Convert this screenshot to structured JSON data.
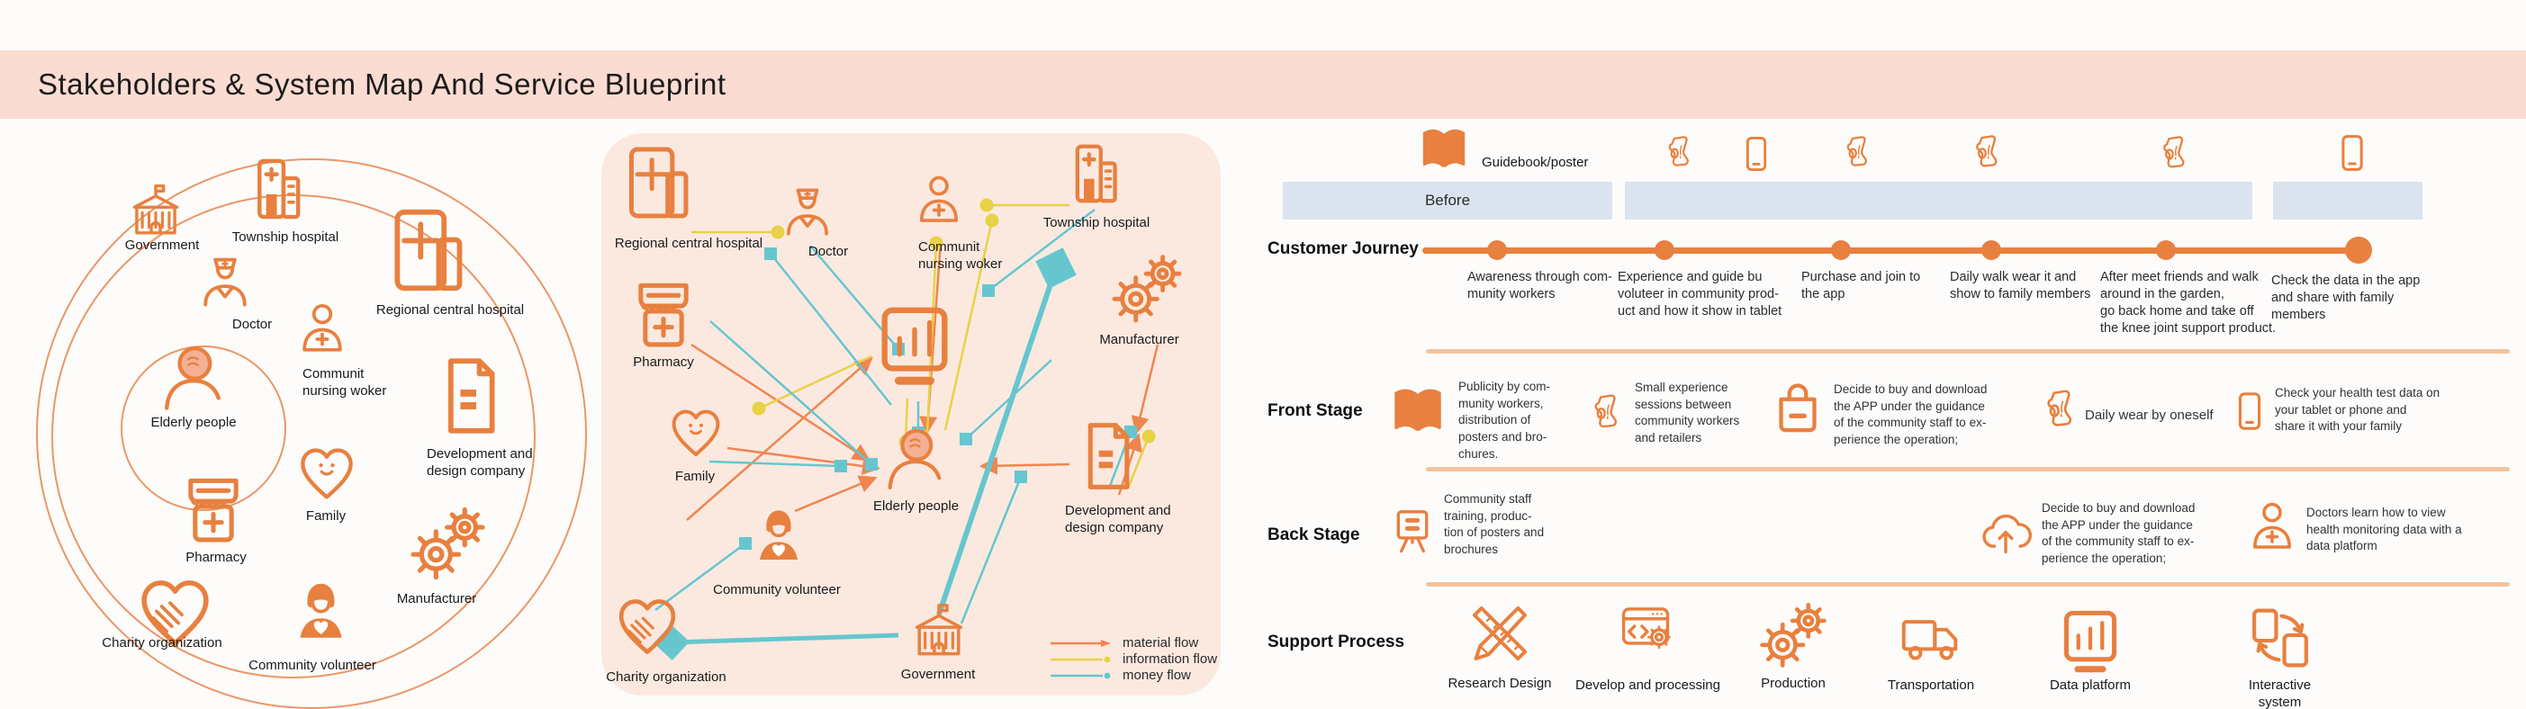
{
  "title": "Stakeholders & System Map And Service Blueprint",
  "colors": {
    "banner_bg": "#fbdcd2",
    "panel_bg": "#fbe9e0",
    "icon_orange": "#e8803f",
    "band_blue": "#dbe4ee",
    "separator_peach": "#f2c49f",
    "material_flow": "#f0854f",
    "information_flow": "#e8d245",
    "money_flow": "#66c6cf"
  },
  "stakeholder_map": {
    "items": [
      {
        "label": "Government"
      },
      {
        "label": "Township hospital"
      },
      {
        "label": "Regional central hospital"
      },
      {
        "label": "Doctor"
      },
      {
        "label": "Communit\nnursing woker"
      },
      {
        "label": "Elderly people"
      },
      {
        "label": "Pharmacy"
      },
      {
        "label": "Family"
      },
      {
        "label": "Development and\ndesign company"
      },
      {
        "label": "Manufacturer"
      },
      {
        "label": "Charity organization"
      },
      {
        "label": "Community volunteer"
      }
    ]
  },
  "system_map": {
    "nodes": [
      {
        "label": "Regional central hospital"
      },
      {
        "label": "Doctor"
      },
      {
        "label": "Communit\nnursing woker"
      },
      {
        "label": "Township hospital"
      },
      {
        "label": "Pharmacy"
      },
      {
        "label": "Manufacturer"
      },
      {
        "label": "Family"
      },
      {
        "label": "Elderly people"
      },
      {
        "label": "Development and\ndesign company"
      },
      {
        "label": "Community volunteer"
      },
      {
        "label": "Charity organization"
      },
      {
        "label": "Government"
      }
    ],
    "legend": [
      {
        "label": "material flow",
        "color": "#f0854f"
      },
      {
        "label": "information flow",
        "color": "#e8d245"
      },
      {
        "label": "money flow",
        "color": "#66c6cf"
      }
    ]
  },
  "blueprint": {
    "guidebook_label": "Guidebook/poster",
    "before_label": "Before",
    "journey": {
      "label": "Customer Journey",
      "steps": [
        {
          "text": "Awareness through com-\nmunity workers"
        },
        {
          "text": "Experience  and guide bu\nvoluteer in community prod-\nuct and how it show in tablet"
        },
        {
          "text": "Purchase and join to\nthe app"
        },
        {
          "text": "Daily walk wear it  and\nshow to family members"
        },
        {
          "text": "After meet friends and walk\naround in the garden,\ngo back home and take off\nthe knee joint support product."
        },
        {
          "text": "Check the data in the app\nand share with family\nmembers"
        }
      ]
    },
    "front_stage": {
      "label": "Front Stage",
      "items": [
        {
          "text": "Publicity by com-\nmunity workers,\ndistribution of\nposters and bro-\nchures."
        },
        {
          "text": "Small experience\nsessions between\ncommunity workers\nand retailers"
        },
        {
          "text": "Decide to buy and download\nthe APP under the guidance\nof the community staff to ex-\nperience the operation;"
        },
        {
          "text": "Daily wear by oneself"
        },
        {
          "text": "Check your health test data on\nyour tablet or phone and\nshare it with your family"
        }
      ]
    },
    "back_stage": {
      "label": "Back Stage",
      "items": [
        {
          "text": "Community staff\ntraining, produc-\ntion of posters and\nbrochures"
        },
        {
          "text": "Decide to buy and download\nthe APP under the guidance\nof the community staff to ex-\nperience the operation;"
        },
        {
          "text": "Doctors learn how to view\nhealth monitoring data with a\ndata platform"
        }
      ]
    },
    "support": {
      "label": "Support Process",
      "items": [
        {
          "label": "Research Design"
        },
        {
          "label": "Develop and processing"
        },
        {
          "label": "Production"
        },
        {
          "label": "Transportation"
        },
        {
          "label": "Data platform"
        },
        {
          "label": "Interactive system"
        }
      ]
    }
  }
}
